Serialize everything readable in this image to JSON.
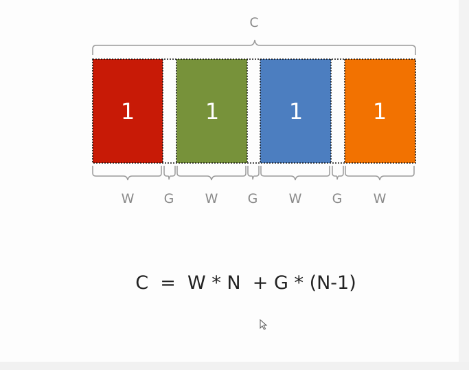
{
  "top_bracket_label": "C",
  "columns": [
    {
      "number": "1",
      "color": "#c81a06"
    },
    {
      "number": "1",
      "color": "#77923a"
    },
    {
      "number": "1",
      "color": "#4c7ec0"
    },
    {
      "number": "1",
      "color": "#f27201"
    }
  ],
  "bottom_labels": [
    "W",
    "G",
    "W",
    "G",
    "W",
    "G",
    "W"
  ],
  "formula": "C  =  W * N  + G * (N-1)"
}
